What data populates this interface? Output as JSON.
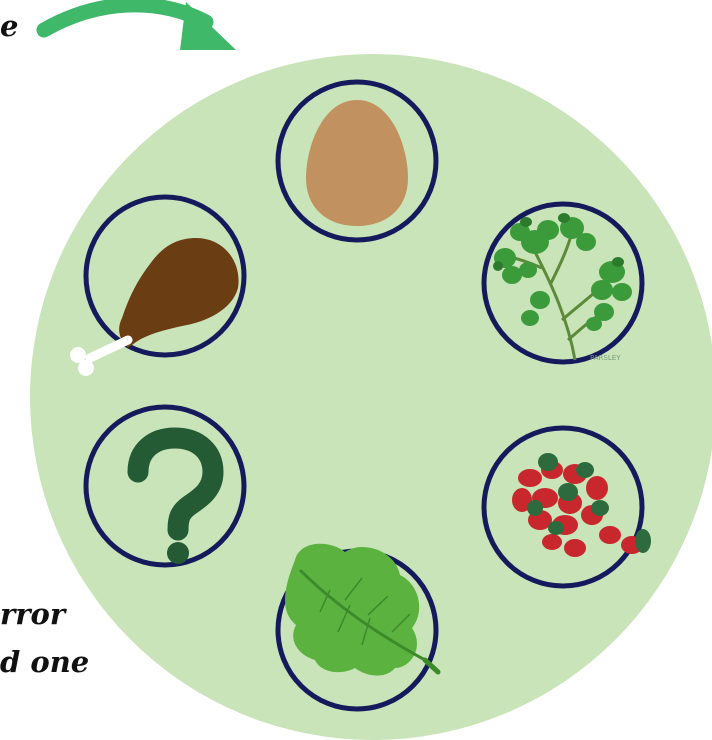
{
  "annotations": {
    "top_fragment": "e",
    "bottom_line_1": "rror",
    "bottom_line_2": "d one"
  },
  "plate": {
    "background_color": "#c8e4b8",
    "ring_color": "#141a5c",
    "items": [
      {
        "id": "egg",
        "icon": "egg-icon"
      },
      {
        "id": "herb",
        "icon": "parsley-icon",
        "label": "PARSLEY"
      },
      {
        "id": "beans",
        "icon": "beans-icon"
      },
      {
        "id": "lettuce",
        "icon": "lettuce-icon"
      },
      {
        "id": "unknown",
        "icon": "question-mark-icon"
      },
      {
        "id": "shankbone",
        "icon": "drumstick-icon"
      }
    ]
  },
  "arrow": {
    "color": "#3fb86a"
  }
}
